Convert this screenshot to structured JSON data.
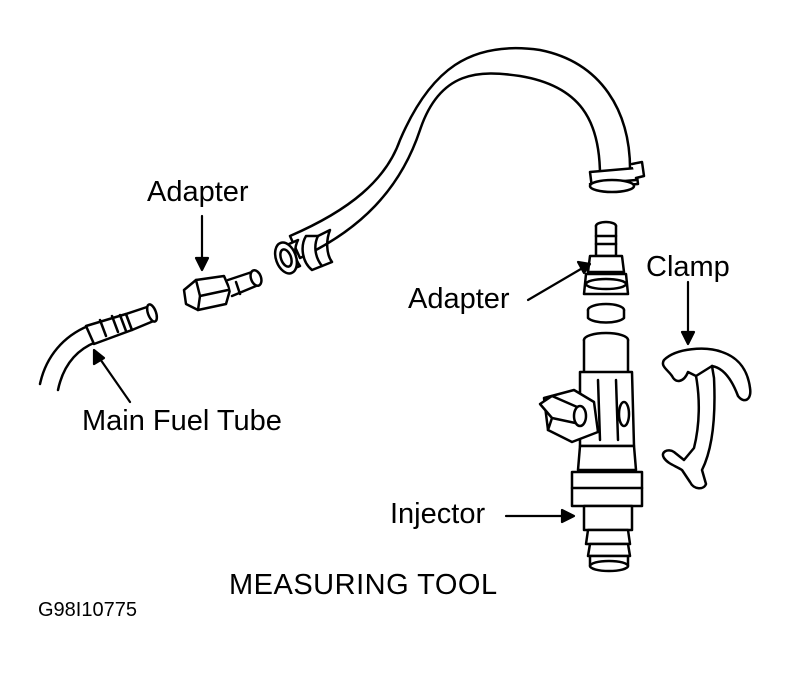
{
  "labels": {
    "adapter_left": "Adapter",
    "adapter_right": "Adapter",
    "clamp": "Clamp",
    "main_fuel_tube": "Main Fuel Tube",
    "injector": "Injector"
  },
  "caption": "MEASURING TOOL",
  "figure_code": "G98I10775"
}
